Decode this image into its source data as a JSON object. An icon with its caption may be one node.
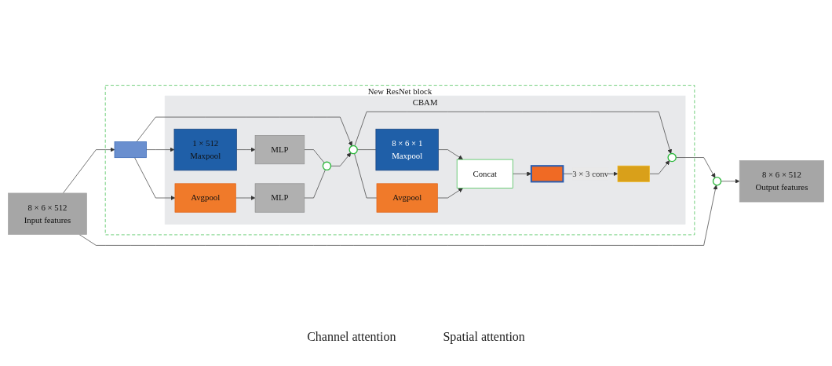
{
  "diagram": {
    "nodes": [
      {
        "text": [
          "New ResNet block"
        ]
      },
      {
        "text": [
          "8 × 6 × 512",
          "Input features"
        ]
      },
      {
        "text": [],
        "shape": "box",
        "in": 0
      },
      {
        "text": [
          "CBAM"
        ],
        "in": 0
      },
      {
        "text": [
          "1 × 512",
          "Maxpool"
        ],
        "in": 3
      },
      {
        "text": [
          "Avgpool"
        ],
        "in": 3
      },
      {
        "text": [
          "MLP"
        ],
        "in": 3
      },
      {
        "text": [
          "MLP"
        ],
        "in": 3
      },
      {
        "text": [],
        "shape": "circle",
        "in": 3
      },
      {
        "text": [],
        "shape": "circle",
        "in": 3
      },
      {
        "text": [
          "8 × 6 × 1",
          "Maxpool"
        ],
        "in": 3
      },
      {
        "text": [
          "Avgpool"
        ],
        "in": 3
      },
      {
        "text": [
          "Concat"
        ],
        "in": 3
      },
      {
        "text": [],
        "shape": "box",
        "in": 3
      },
      {
        "text": [],
        "shape": "box",
        "in": 3
      },
      {
        "text": [],
        "shape": "circle",
        "in": 3
      },
      {
        "text": [],
        "shape": "circle"
      },
      {
        "text": [
          "8 × 6 × 512",
          "Output features"
        ]
      }
    ],
    "edges": [
      {
        "from": 1,
        "to": 2,
        "arrow": "to"
      },
      {
        "from": 2,
        "to": 4,
        "arrow": "to"
      },
      {
        "from": 2,
        "to": 5,
        "arrow": "to"
      },
      {
        "from": 2,
        "to": 9,
        "arrow": "to"
      },
      {
        "from": 4,
        "to": 6,
        "arrow": "to"
      },
      {
        "from": 5,
        "to": 7,
        "arrow": "to"
      },
      {
        "from": 6,
        "to": 8,
        "arrow": "none"
      },
      {
        "from": 7,
        "to": 8,
        "arrow": "none"
      },
      {
        "from": 8,
        "to": 9,
        "arrow": "to"
      },
      {
        "from": 9,
        "to": 10,
        "arrow": "none"
      },
      {
        "from": 9,
        "to": 11,
        "arrow": "none"
      },
      {
        "from": 9,
        "to": 15,
        "arrow": "to"
      },
      {
        "from": 10,
        "to": 12,
        "arrow": "to"
      },
      {
        "from": 11,
        "to": 12,
        "arrow": "to"
      },
      {
        "from": 12,
        "to": 13,
        "arrow": "to"
      },
      {
        "from": 13,
        "to": 14,
        "arrow": "to",
        "label": "3 × 3 conv"
      },
      {
        "from": 14,
        "to": 15,
        "arrow": "to"
      },
      {
        "from": 15,
        "to": 16,
        "arrow": "to"
      },
      {
        "from": 1,
        "to": 16,
        "arrow": "to"
      },
      {
        "from": 16,
        "to": 17,
        "arrow": "to"
      }
    ],
    "labels": [
      "Channel attention",
      "Spatial attention"
    ]
  }
}
